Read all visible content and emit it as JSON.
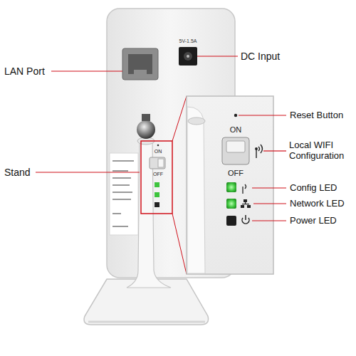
{
  "diagram": {
    "labels": [
      "LAN Port",
      "DC Input",
      "5V-1.5A",
      "Stand",
      "ON",
      "OFF",
      "Reset Button",
      "ON",
      "Local WIFI Configuration",
      "OFF",
      "Config LED",
      "Network LED",
      "Power LED"
    ]
  }
}
